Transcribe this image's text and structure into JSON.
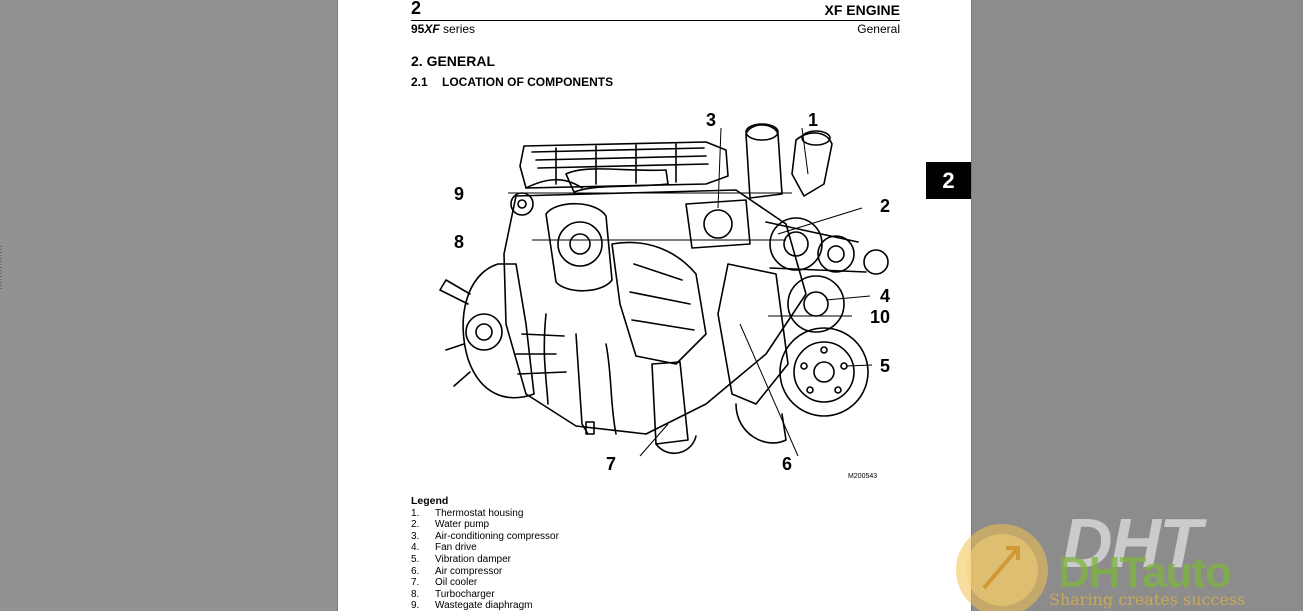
{
  "page_header": {
    "chapter": "2",
    "title": "XF ENGINE",
    "series_bold": "95",
    "series_italic": "XF",
    "series_rest": " series",
    "section_label": "General"
  },
  "section": {
    "number_title": "2.  GENERAL",
    "sub_number": "2.1",
    "sub_title": "LOCATION OF COMPONENTS"
  },
  "figure": {
    "callouts": [
      "3",
      "1",
      "9",
      "2",
      "8",
      "4",
      "10",
      "5",
      "7",
      "6"
    ],
    "code": "M200543"
  },
  "legend": {
    "title": "Legend",
    "items": [
      {
        "n": "1.",
        "text": "Thermostat housing"
      },
      {
        "n": "2.",
        "text": "Water pump"
      },
      {
        "n": "3.",
        "text": "Air-conditioning compressor"
      },
      {
        "n": "4.",
        "text": "Fan drive"
      },
      {
        "n": "5.",
        "text": "Vibration damper"
      },
      {
        "n": "6.",
        "text": "Air compressor"
      },
      {
        "n": "7.",
        "text": "Oil cooler"
      },
      {
        "n": "8.",
        "text": "Turbocharger"
      },
      {
        "n": "9.",
        "text": "Wastegate diaphragm"
      }
    ]
  },
  "chapter_tab": "2",
  "watermark": {
    "letters": "DHT",
    "brand": "DHTauto",
    "tagline": "Sharing creates success"
  },
  "colors": {
    "viewer_background": "#8c8c8c",
    "page": "#ffffff",
    "tab": "#000000",
    "watermark_green": "#7fb53e",
    "watermark_gold": "#d9b04a"
  }
}
